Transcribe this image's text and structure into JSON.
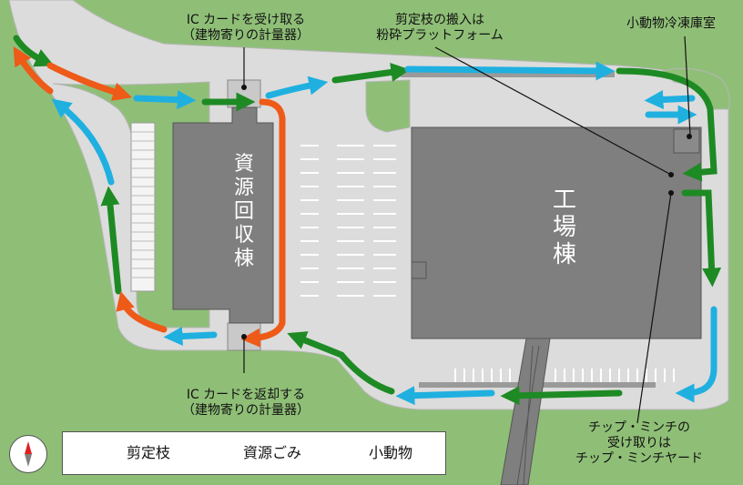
{
  "labels": {
    "ic_receive_line1": "IC カードを受け取る",
    "ic_receive_line2": "（建物寄りの計量器）",
    "pruning_line1": "剪定枝の搬入は",
    "pruning_line2": "粉砕プラットフォーム",
    "small_animal": "小動物冷凍庫室",
    "ic_return_line1": "IC カードを返却する",
    "ic_return_line2": "（建物寄りの計量器）",
    "chip_line1": "チップ・ミンチの",
    "chip_line2": "受け取りは",
    "chip_line3": "チップ・ミンチヤード"
  },
  "buildings": {
    "recycling_chars": [
      "資",
      "源",
      "回",
      "収",
      "棟"
    ],
    "factory_chars": [
      "工",
      "場",
      "棟"
    ]
  },
  "legend": {
    "items": [
      {
        "label": "剪定枝",
        "color": "#1e8a24"
      },
      {
        "label": "資源ごみ",
        "color": "#ee5a17"
      },
      {
        "label": "小動物",
        "color": "#1fb0e0"
      }
    ]
  },
  "colors": {
    "pruning": "#1e8a24",
    "resource_waste": "#ee5a17",
    "small_animal": "#1fb0e0",
    "building": "#7f7f7f",
    "road": "#d9d9d9",
    "grass": "#8fbf77"
  },
  "icons": {
    "compass": "compass-icon"
  }
}
